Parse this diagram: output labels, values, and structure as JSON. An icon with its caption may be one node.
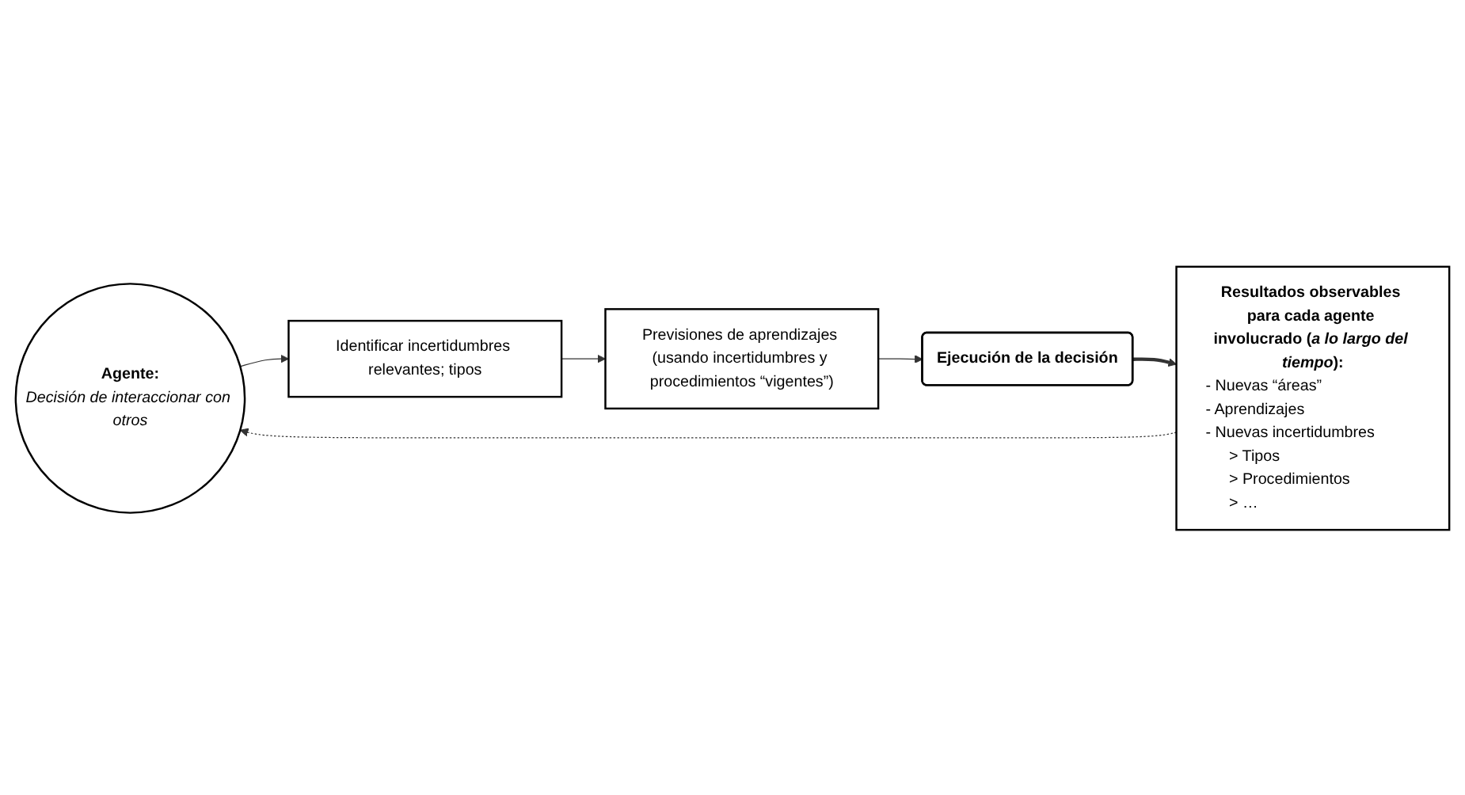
{
  "diagram": {
    "nodes": [
      {
        "text": [
          "Agente:",
          "Decisión de interaccionar con otros"
        ]
      },
      {
        "text": [
          "Identificar incertidumbres relevantes; tipos"
        ]
      },
      {
        "text": [
          "Previsiones de aprendizajes (usando incertidumbres y procedimientos “vigentes”)"
        ]
      },
      {
        "text": [
          "Ejecución de la decisión"
        ]
      },
      {
        "text": [
          "Resultados observables para cada agente involucrado (*a lo largo del tiempo*):",
          "- Nuevas “áreas”",
          "- Aprendizajes",
          "- Nuevas incertidumbres",
          "> Tipos",
          "> Procedimientos",
          "> …"
        ]
      }
    ],
    "edges": [
      {
        "from": 0,
        "to": 1,
        "arrow": "to"
      },
      {
        "from": 1,
        "to": 2,
        "arrow": "to"
      },
      {
        "from": 2,
        "to": 3,
        "arrow": "to"
      },
      {
        "from": 3,
        "to": 4,
        "arrow": "to",
        "style": "thick"
      },
      {
        "from": 4,
        "to": 0,
        "arrow": "to",
        "style": "dashed"
      }
    ]
  }
}
